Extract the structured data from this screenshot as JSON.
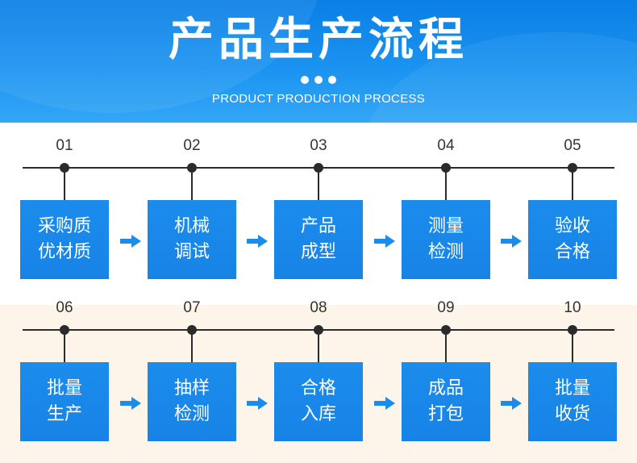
{
  "header": {
    "title": "产品生产流程",
    "subtitle": "PRODUCT PRODUCTION PROCESS"
  },
  "colors": {
    "header_blue": "#1a8cec",
    "box_blue": "#1a8cec",
    "arrow_blue": "#1a8cec",
    "row2_background": "#fdf4ea",
    "line": "#2b2b2b"
  },
  "steps": [
    {
      "num": "01",
      "line1": "采购质",
      "line2": "优材质"
    },
    {
      "num": "02",
      "line1": "机械",
      "line2": "调试"
    },
    {
      "num": "03",
      "line1": "产品",
      "line2": "成型"
    },
    {
      "num": "04",
      "line1": "测量",
      "line2": "检测"
    },
    {
      "num": "05",
      "line1": "验收",
      "line2": "合格"
    },
    {
      "num": "06",
      "line1": "批量",
      "line2": "生产"
    },
    {
      "num": "07",
      "line1": "抽样",
      "line2": "检测"
    },
    {
      "num": "08",
      "line1": "合格",
      "line2": "入库"
    },
    {
      "num": "09",
      "line1": "成品",
      "line2": "打包"
    },
    {
      "num": "10",
      "line1": "批量",
      "line2": "收货"
    }
  ],
  "icons": {
    "arrow": "right-arrow-icon",
    "dots": "three-dots-icon"
  }
}
